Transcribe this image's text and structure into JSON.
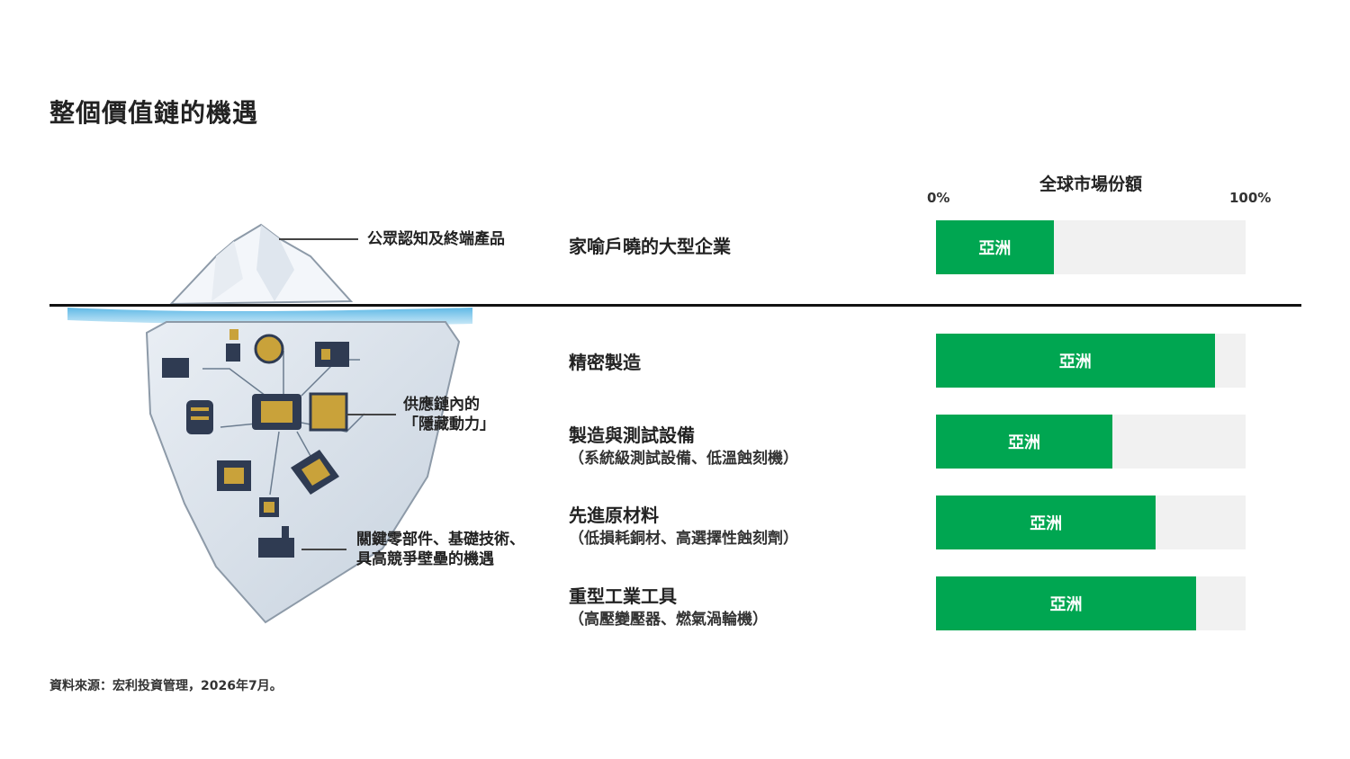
{
  "title": "整個價值鏈的機遇",
  "callouts": {
    "tip": "公眾認知及終端產品",
    "middle_line1": "供應鏈內的",
    "middle_line2": "「隱藏動力」",
    "bottom_line1": "關鍵零部件、基礎技術、",
    "bottom_line2": "具高競爭壁壘的機遇"
  },
  "source": "資料來源：宏利投資管理，2026年7月。",
  "colors": {
    "bar": "#00a651",
    "track": "#f1f1f1",
    "divider": "#111111"
  },
  "chart_data": {
    "type": "bar",
    "orientation": "horizontal",
    "title": "全球市場份額",
    "xlim": [
      0,
      100
    ],
    "tick_labels": [
      "0%",
      "100%"
    ],
    "categories": [
      {
        "name": "家喻戶曉的大型企業",
        "sub": ""
      },
      {
        "name": "精密製造",
        "sub": ""
      },
      {
        "name": "製造與測試設備",
        "sub": "（系統級測試設備、低溫蝕刻機）"
      },
      {
        "name": "先進原材料",
        "sub": "（低損耗銅材、高選擇性蝕刻劑）"
      },
      {
        "name": "重型工業工具",
        "sub": "（高壓變壓器、燃氣渦輪機）"
      }
    ],
    "series": [
      {
        "name": "亞洲",
        "values": [
          38,
          90,
          57,
          71,
          84
        ]
      }
    ]
  }
}
